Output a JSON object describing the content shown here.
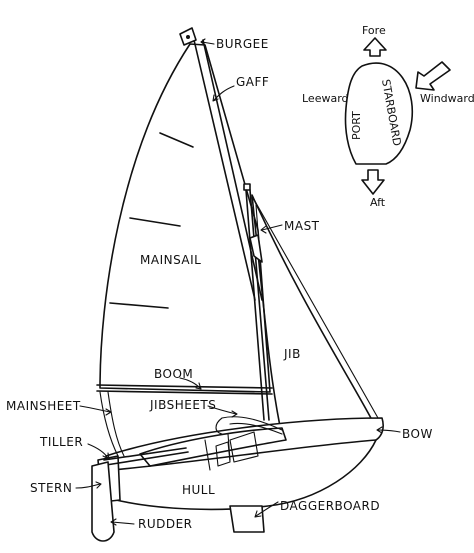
{
  "labels": {
    "burgee": "BURGEE",
    "gaff": "GAFF",
    "mast": "MAST",
    "mainsail": "MAINSAIL",
    "jib": "JIB",
    "boom": "BOOM",
    "mainsheet": "MAINSHEET",
    "jibsheets": "JIBSHEETS",
    "tiller": "TILLER",
    "stern": "STERN",
    "hull": "HULL",
    "bow": "BOW",
    "rudder": "RUDDER",
    "daggerboard": "DAGGERBOARD"
  },
  "compass": {
    "fore": "Fore",
    "aft": "Aft",
    "leeward": "Leeward",
    "windward": "Windward",
    "port": "PORT",
    "starboard": "STARBOARD"
  }
}
